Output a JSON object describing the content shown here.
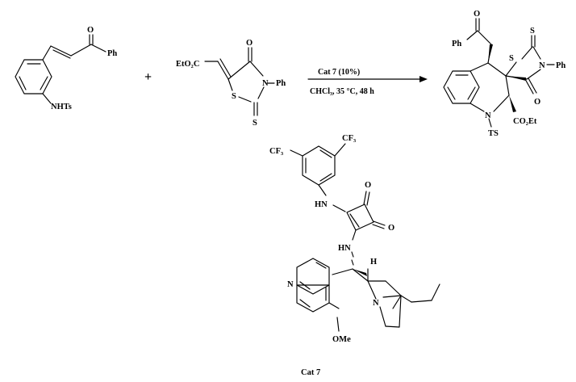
{
  "plus_sign": "+",
  "reactant_1": {
    "labels": {
      "oxygen": "O",
      "phenyl": "Ph",
      "sulfonamide": "NHTs"
    }
  },
  "reactant_2": {
    "labels": {
      "ester": "EtO₂C",
      "oxygen": "O",
      "nitrogen": "N",
      "phenyl": "Ph",
      "ring_sulfur": "S",
      "thione_sulfur": "S"
    }
  },
  "arrow": {
    "condition_top": "Cat 7 (10%)",
    "condition_bottom": "CHCl₃, 35 °C, 48 h"
  },
  "product": {
    "labels": {
      "oxygen_ketone": "O",
      "phenyl_ketone": "Ph",
      "thione_sulfur": "S",
      "ring_sulfur": "S",
      "nitrogen": "N",
      "phenyl_n": "Ph",
      "oxygen_lactam": "O",
      "ring_nitrogen": "N",
      "tosyl": "TS",
      "ester": "CO₂Et"
    }
  },
  "catalyst": {
    "name": "Cat 7",
    "labels": {
      "cf3_left": "CF₃",
      "cf3_right": "CF₃",
      "amine_upper": "HN",
      "amine_lower": "HN",
      "oxygen_upper": "O",
      "oxygen_right": "O",
      "hydrogen": "H",
      "quinoline_n": "N",
      "quinuclidine_n": "N",
      "methoxy": "OMe"
    }
  }
}
